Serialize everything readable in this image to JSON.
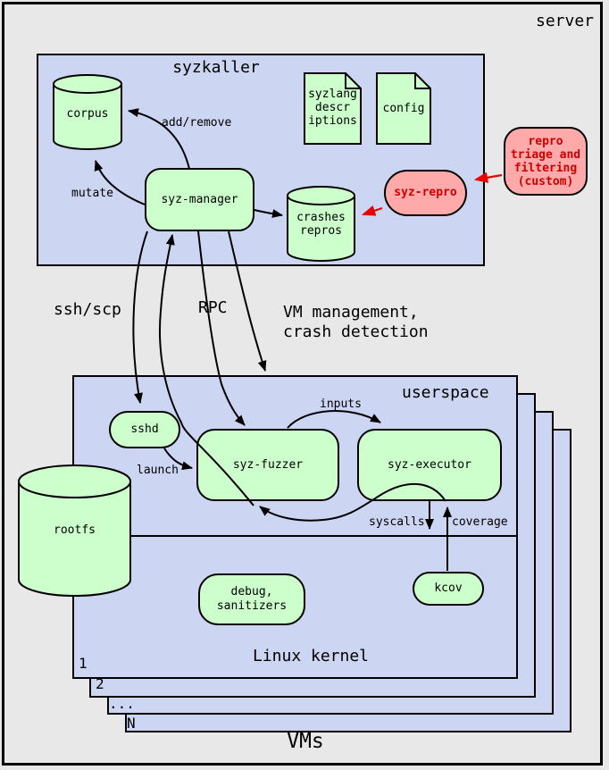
{
  "colors": {
    "background": "#e8e8e8",
    "group_blue": "#ccd5f2",
    "node_green": "#ccffcc",
    "node_red_fill": "#ffaaaa",
    "red_text": "#cc0000",
    "red_arrow": "#e60000",
    "line_black": "#000000"
  },
  "server_label": "server",
  "syzkaller": {
    "title": "syzkaller",
    "corpus": "corpus",
    "syzlang_doc": [
      "syzlang",
      "descr",
      "iptions"
    ],
    "config_doc": "config",
    "manager": "syz-manager",
    "crashes": [
      "crashes",
      "repros"
    ],
    "syz_repro": "syz-repro"
  },
  "repro_triage": [
    "repro",
    "triage and",
    "filtering",
    "(custom)"
  ],
  "edges": {
    "add_remove": "add/remove",
    "mutate": "mutate",
    "ssh_scp": "ssh/scp",
    "rpc": "RPC",
    "vm_mgmt": [
      "VM management,",
      "crash detection"
    ],
    "inputs": "inputs",
    "launch": "launch",
    "syscalls": "syscalls",
    "coverage": "coverage"
  },
  "vm": {
    "userspace": "userspace",
    "kernel": "Linux kernel",
    "vms": "VMs",
    "stack": [
      "1",
      "2",
      "...",
      "N"
    ],
    "sshd": "sshd",
    "fuzzer": "syz-fuzzer",
    "executor": "syz-executor",
    "rootfs": "rootfs",
    "debug": [
      "debug,",
      "sanitizers"
    ],
    "kcov": "kcov"
  }
}
